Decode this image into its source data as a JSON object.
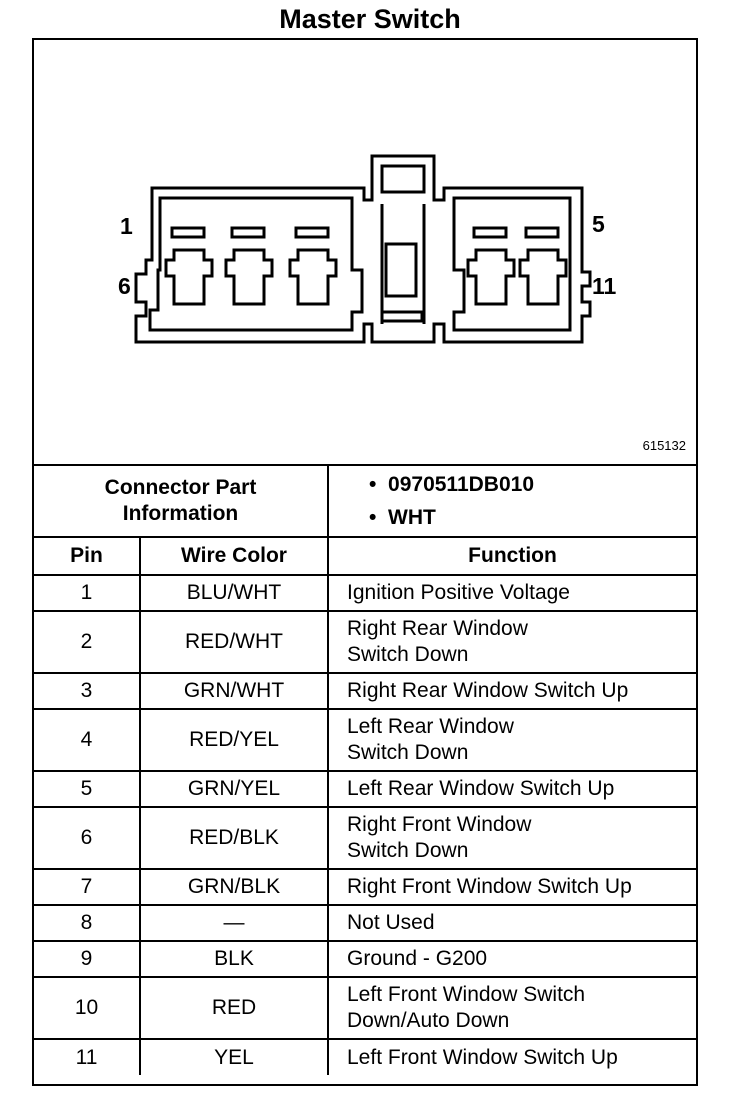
{
  "title": "Master Switch",
  "figure": {
    "figure_number": "615132",
    "pin_labels": {
      "p1": "1",
      "p5": "5",
      "p6": "6",
      "p11": "11"
    }
  },
  "connector_info": {
    "label_line1": "Connector Part",
    "label_line2": "Information",
    "part_number": "0970511DB010",
    "color": "WHT",
    "bullet": "•"
  },
  "table": {
    "headers": {
      "pin": "Pin",
      "wire_color": "Wire Color",
      "function": "Function"
    },
    "rows": [
      {
        "pin": "1",
        "wire_color": "BLU/WHT",
        "function_line1": "Ignition Positive Voltage",
        "function_line2": ""
      },
      {
        "pin": "2",
        "wire_color": "RED/WHT",
        "function_line1": "Right Rear Window",
        "function_line2": "Switch Down"
      },
      {
        "pin": "3",
        "wire_color": "GRN/WHT",
        "function_line1": "Right Rear Window Switch Up",
        "function_line2": ""
      },
      {
        "pin": "4",
        "wire_color": "RED/YEL",
        "function_line1": "Left Rear Window",
        "function_line2": "Switch Down"
      },
      {
        "pin": "5",
        "wire_color": "GRN/YEL",
        "function_line1": "Left Rear Window Switch Up",
        "function_line2": ""
      },
      {
        "pin": "6",
        "wire_color": "RED/BLK",
        "function_line1": "Right Front Window",
        "function_line2": "Switch Down"
      },
      {
        "pin": "7",
        "wire_color": "GRN/BLK",
        "function_line1": "Right Front Window Switch Up",
        "function_line2": ""
      },
      {
        "pin": "8",
        "wire_color": "—",
        "function_line1": "Not Used",
        "function_line2": ""
      },
      {
        "pin": "9",
        "wire_color": "BLK",
        "function_line1": "Ground - G200",
        "function_line2": ""
      },
      {
        "pin": "10",
        "wire_color": "RED",
        "function_line1": "Left Front Window Switch",
        "function_line2": "Down/Auto Down"
      },
      {
        "pin": "11",
        "wire_color": "YEL",
        "function_line1": "Left Front Window Switch Up",
        "function_line2": ""
      }
    ]
  }
}
